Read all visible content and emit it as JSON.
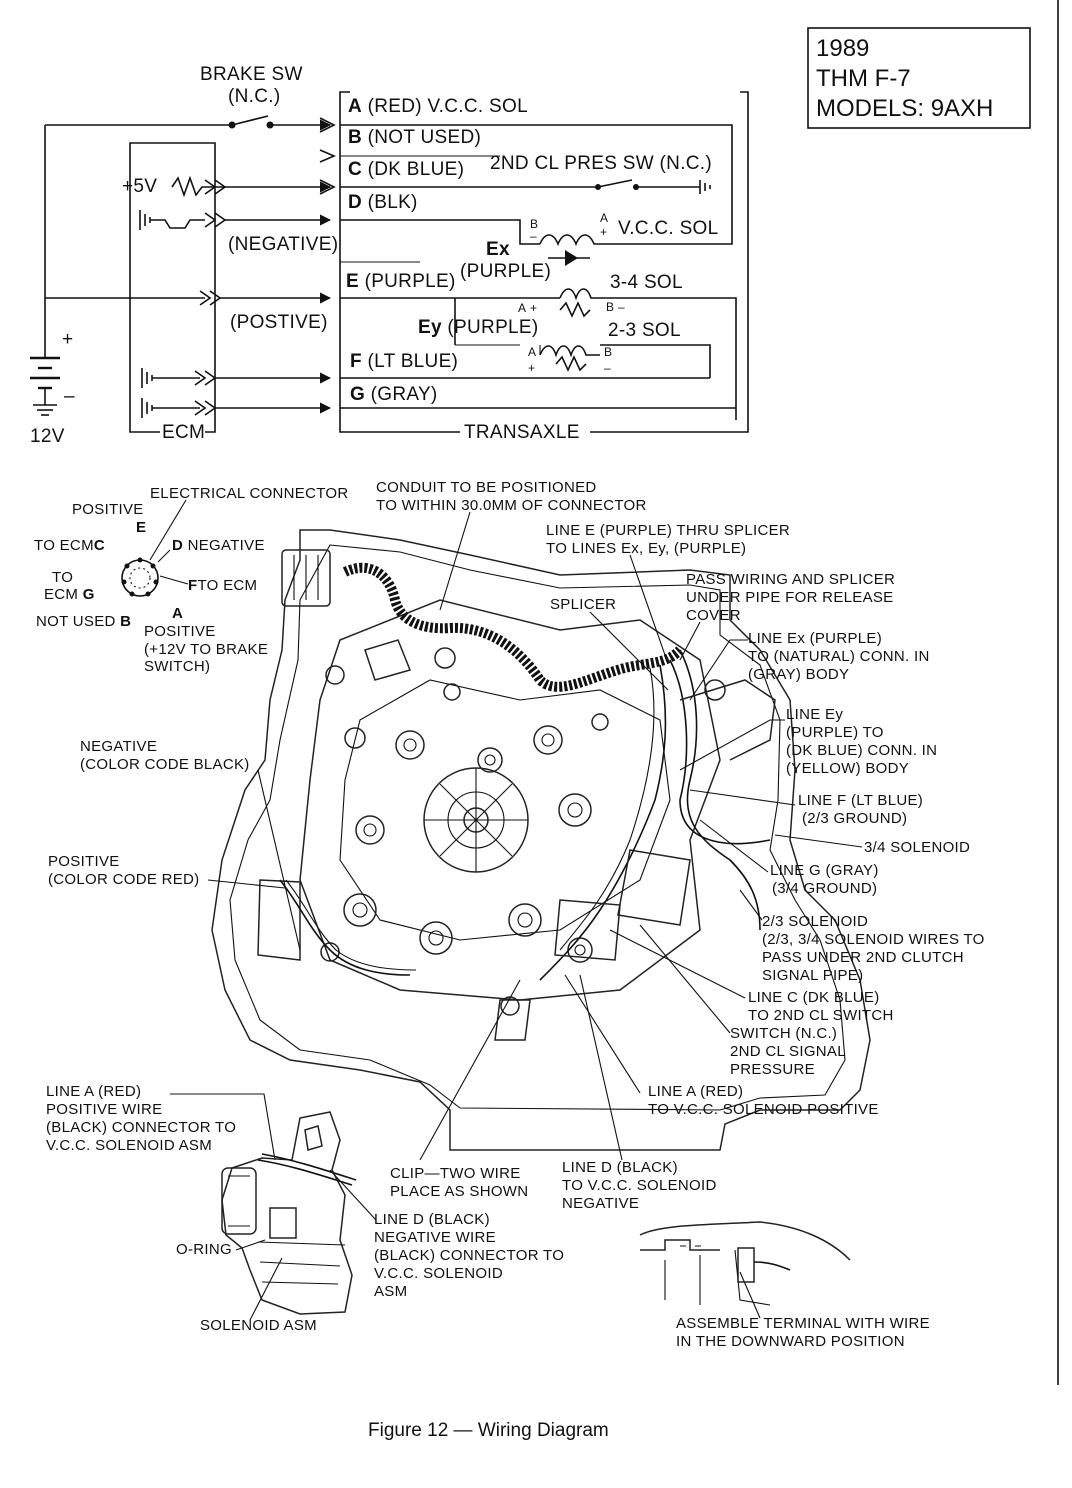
{
  "badge": {
    "year": "1989",
    "model": "THM F-7",
    "models": "MODELS: 9AXH"
  },
  "schematic": {
    "brake_sw": "BRAKE SW",
    "brake_nc": "(N.C.)",
    "plus5v": "+5V",
    "negative": "(NEGATIVE)",
    "postive": "(POSTIVE)",
    "ecm": "ECM",
    "volts": "12V",
    "plus": "+",
    "minus": "–",
    "transaxle": "TRANSAXLE",
    "pins": [
      {
        "letter": "A",
        "text": " (RED)  V.C.C. SOL"
      },
      {
        "letter": "B",
        "text": " (NOT USED)"
      },
      {
        "letter": "C",
        "text": " (DK BLUE)"
      },
      {
        "letter": "D",
        "text": " (BLK)"
      },
      {
        "letter": "E",
        "text": " (PURPLE)"
      },
      {
        "letter": "F",
        "text": " (LT BLUE)"
      },
      {
        "letter": "G",
        "text": " (GRAY)"
      }
    ],
    "pres_sw": "2ND CL PRES SW (N.C.)",
    "vcc_sol": "V.C.C. SOL",
    "ex": "Ex",
    "ex_purple": "(PURPLE)",
    "ey": "Ey",
    "ey_purple": " (PURPLE)",
    "sol34": "3-4 SOL",
    "sol23": "2-3 SOL",
    "term_a": "A",
    "term_b": "B",
    "term_plus": "+",
    "term_minus": "–"
  },
  "connector": {
    "title": "ELECTRICAL CONNECTOR",
    "positive": "POSITIVE",
    "e": "E",
    "to_ecm": "TO ECM",
    "c": "C",
    "d_negative": "NEGATIVE",
    "d": "D",
    "to": "TO",
    "ecm": "ECM",
    "g": "G",
    "f_to_ecm": "TO ECM",
    "f": "F",
    "not_used": "NOT USED",
    "b": "B",
    "a": "A",
    "a_positive": "POSITIVE",
    "a_brake1": "(+12V TO BRAKE",
    "a_brake2": "SWITCH)"
  },
  "callouts": {
    "conduit1": "CONDUIT TO BE POSITIONED",
    "conduit2": "TO WITHIN 30.0MM OF CONNECTOR",
    "lineE1": "LINE E (PURPLE) THRU SPLICER",
    "lineE2": "TO LINES Ex, Ey, (PURPLE)",
    "pass1": "PASS WIRING AND SPLICER",
    "pass2": "UNDER PIPE FOR RELEASE",
    "pass3": "COVER",
    "splicer": "SPLICER",
    "lineEx1": "LINE Ex (PURPLE)",
    "lineEx2": "TO (NATURAL) CONN. IN",
    "lineEx3": "(GRAY) BODY",
    "lineEy1": "LINE Ey",
    "lineEy2": "(PURPLE) TO",
    "lineEy3": "(DK BLUE) CONN. IN",
    "lineEy4": "(YELLOW) BODY",
    "neg1": "NEGATIVE",
    "neg2": "(COLOR CODE BLACK)",
    "lineF1": "LINE F (LT BLUE)",
    "lineF2": "(2/3 GROUND)",
    "sol34": "3/4 SOLENOID",
    "pos1": "POSITIVE",
    "pos2": "(COLOR CODE RED)",
    "lineG1": "LINE G (GRAY)",
    "lineG2": "(3/4 GROUND)",
    "sol23_1": "2/3 SOLENOID",
    "sol23_2": "(2/3, 3/4 SOLENOID WIRES TO",
    "sol23_3": "PASS UNDER 2ND CLUTCH",
    "sol23_4": "SIGNAL PIPE)",
    "lineC1": "LINE C (DK BLUE)",
    "lineC2": "TO 2ND CL SWITCH",
    "switch1": "SWITCH (N.C.)",
    "switch2": "2ND CL SIGNAL",
    "switch3": "PRESSURE",
    "lineA_r1": "LINE A (RED)",
    "lineA_r2": "TO V.C.C. SOLENOID POSITIVE",
    "lineA_l1": "LINE A (RED)",
    "lineA_l2": "POSITIVE WIRE",
    "lineA_l3": "(BLACK) CONNECTOR TO",
    "lineA_l4": "V.C.C. SOLENOID ASM",
    "clip1": "CLIP—TWO WIRE",
    "clip2": "PLACE AS SHOWN",
    "lineD_c1": "LINE D (BLACK)",
    "lineD_c2": "TO V.C.C. SOLENOID",
    "lineD_c3": "NEGATIVE",
    "lineD_b1": "LINE D (BLACK)",
    "lineD_b2": "NEGATIVE WIRE",
    "lineD_b3": "(BLACK) CONNECTOR TO",
    "lineD_b4": "V.C.C. SOLENOID",
    "lineD_b5": "ASM",
    "oring": "O-RING",
    "sol_asm": "SOLENOID ASM",
    "assemble1": "ASSEMBLE TERMINAL WITH WIRE",
    "assemble2": "IN THE DOWNWARD POSITION"
  },
  "caption": "Figure 12  —  Wiring Diagram"
}
